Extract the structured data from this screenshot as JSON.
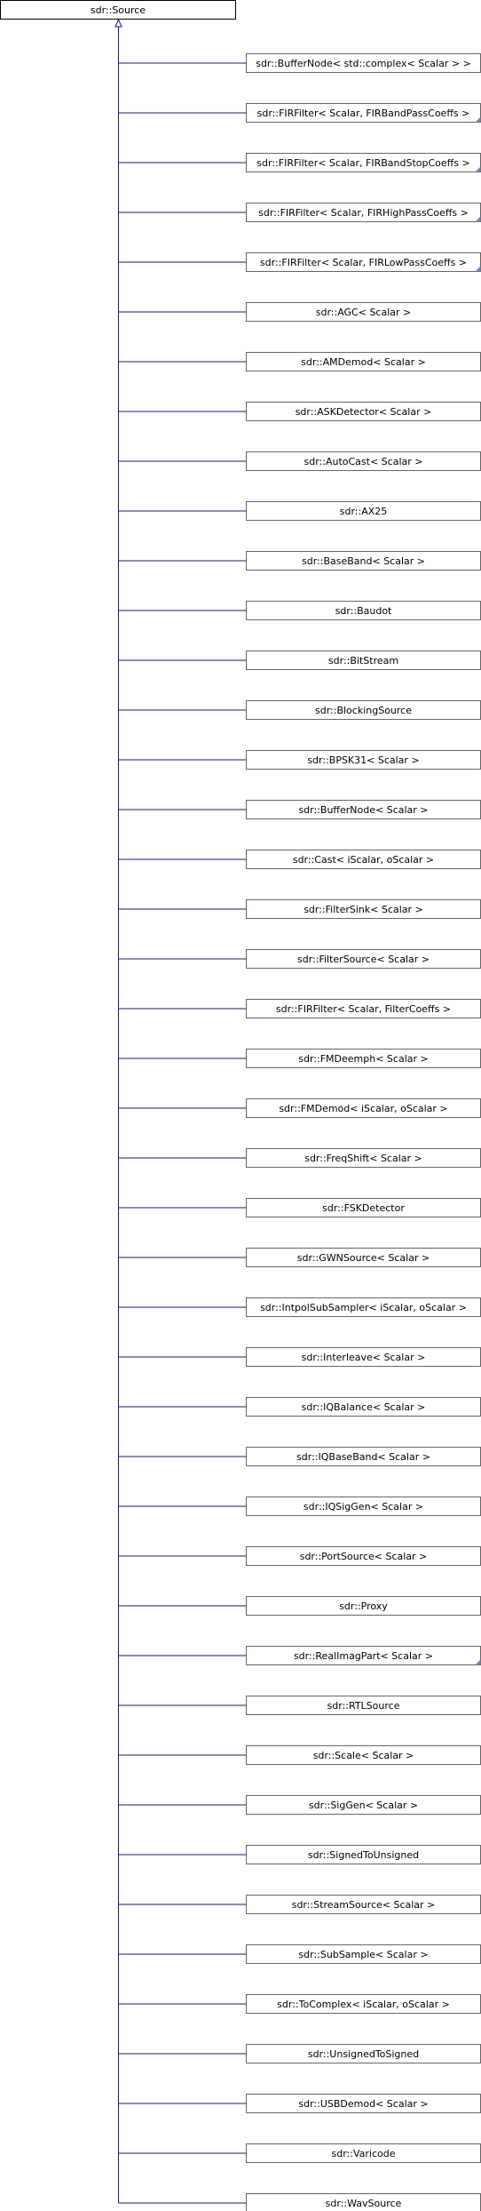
{
  "diagram": {
    "root": {
      "label": "sdr::Source"
    },
    "colors": {
      "line": "#191970",
      "box_border": "#666666",
      "root_border": "#000000",
      "corner_marker": "#6b86b9"
    },
    "children": [
      {
        "label": "sdr::BufferNode< std::complex< Scalar > >",
        "truncated": false
      },
      {
        "label": "sdr::FIRFilter< Scalar, FIRBandPassCoeffs >",
        "truncated": true
      },
      {
        "label": "sdr::FIRFilter< Scalar, FIRBandStopCoeffs >",
        "truncated": true
      },
      {
        "label": "sdr::FIRFilter< Scalar, FIRHighPassCoeffs >",
        "truncated": true
      },
      {
        "label": "sdr::FIRFilter< Scalar, FIRLowPassCoeffs >",
        "truncated": true
      },
      {
        "label": "sdr::AGC< Scalar >",
        "truncated": false
      },
      {
        "label": "sdr::AMDemod< Scalar >",
        "truncated": false
      },
      {
        "label": "sdr::ASKDetector< Scalar >",
        "truncated": false
      },
      {
        "label": "sdr::AutoCast< Scalar >",
        "truncated": false
      },
      {
        "label": "sdr::AX25",
        "truncated": false
      },
      {
        "label": "sdr::BaseBand< Scalar >",
        "truncated": false
      },
      {
        "label": "sdr::Baudot",
        "truncated": false
      },
      {
        "label": "sdr::BitStream",
        "truncated": false
      },
      {
        "label": "sdr::BlockingSource",
        "truncated": false
      },
      {
        "label": "sdr::BPSK31< Scalar >",
        "truncated": false
      },
      {
        "label": "sdr::BufferNode< Scalar >",
        "truncated": false
      },
      {
        "label": "sdr::Cast< iScalar, oScalar >",
        "truncated": false
      },
      {
        "label": "sdr::FilterSink< Scalar >",
        "truncated": false
      },
      {
        "label": "sdr::FilterSource< Scalar >",
        "truncated": false
      },
      {
        "label": "sdr::FIRFilter< Scalar, FilterCoeffs >",
        "truncated": false
      },
      {
        "label": "sdr::FMDeemph< Scalar >",
        "truncated": false
      },
      {
        "label": "sdr::FMDemod< iScalar, oScalar >",
        "truncated": false
      },
      {
        "label": "sdr::FreqShift< Scalar >",
        "truncated": false
      },
      {
        "label": "sdr::FSKDetector",
        "truncated": false
      },
      {
        "label": "sdr::GWNSource< Scalar >",
        "truncated": false
      },
      {
        "label": "sdr::IntpolSubSampler< iScalar, oScalar >",
        "truncated": false
      },
      {
        "label": "sdr::Interleave< Scalar >",
        "truncated": false
      },
      {
        "label": "sdr::IQBalance< Scalar >",
        "truncated": false
      },
      {
        "label": "sdr::IQBaseBand< Scalar >",
        "truncated": false
      },
      {
        "label": "sdr::IQSigGen< Scalar >",
        "truncated": false
      },
      {
        "label": "sdr::PortSource< Scalar >",
        "truncated": false
      },
      {
        "label": "sdr::Proxy",
        "truncated": false
      },
      {
        "label": "sdr::RealImagPart< Scalar >",
        "truncated": true
      },
      {
        "label": "sdr::RTLSource",
        "truncated": false
      },
      {
        "label": "sdr::Scale< Scalar >",
        "truncated": false
      },
      {
        "label": "sdr::SigGen< Scalar >",
        "truncated": false
      },
      {
        "label": "sdr::SignedToUnsigned",
        "truncated": false
      },
      {
        "label": "sdr::StreamSource< Scalar >",
        "truncated": false
      },
      {
        "label": "sdr::SubSample< Scalar >",
        "truncated": false
      },
      {
        "label": "sdr::ToComplex< iScalar, oScalar >",
        "truncated": false
      },
      {
        "label": "sdr::UnsignedToSigned",
        "truncated": false
      },
      {
        "label": "sdr::USBDemod< Scalar >",
        "truncated": false
      },
      {
        "label": "sdr::Varicode",
        "truncated": false
      },
      {
        "label": "sdr::WavSource",
        "truncated": false
      }
    ]
  }
}
